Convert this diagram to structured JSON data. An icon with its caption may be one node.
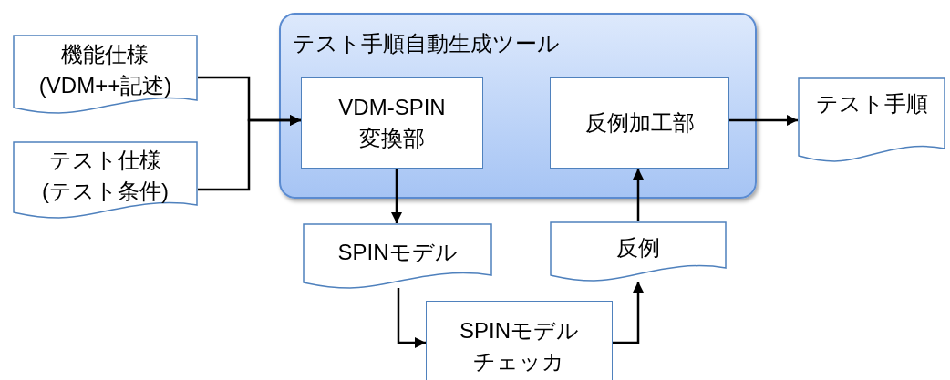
{
  "diagram": {
    "nodes": [
      {
        "text": [
          "機能仕様(VDM++記述)"
        ]
      },
      {
        "text": [
          "テスト仕様(テスト条件)"
        ]
      },
      {
        "text": [
          "テスト手順自動生成ツール"
        ]
      },
      {
        "text": [
          "VDM-SPIN変換部"
        ],
        "in": 2
      },
      {
        "text": [
          "反例加工部"
        ],
        "in": 2
      },
      {
        "text": [
          "テスト手順"
        ]
      },
      {
        "text": [
          "SPINモデル"
        ]
      },
      {
        "text": [
          "反例"
        ]
      },
      {
        "text": [
          "SPINモデルチェッカ"
        ]
      }
    ],
    "edges": [
      {
        "from": 0,
        "to": 3,
        "arrow": "to"
      },
      {
        "from": 1,
        "to": 3,
        "arrow": "to"
      },
      {
        "from": 4,
        "to": 5,
        "arrow": "to"
      },
      {
        "from": 3,
        "to": 6,
        "arrow": "to"
      },
      {
        "from": 6,
        "to": 8,
        "arrow": "to"
      },
      {
        "from": 8,
        "to": 7,
        "arrow": "to"
      },
      {
        "from": 7,
        "to": 4,
        "arrow": "to"
      }
    ]
  }
}
